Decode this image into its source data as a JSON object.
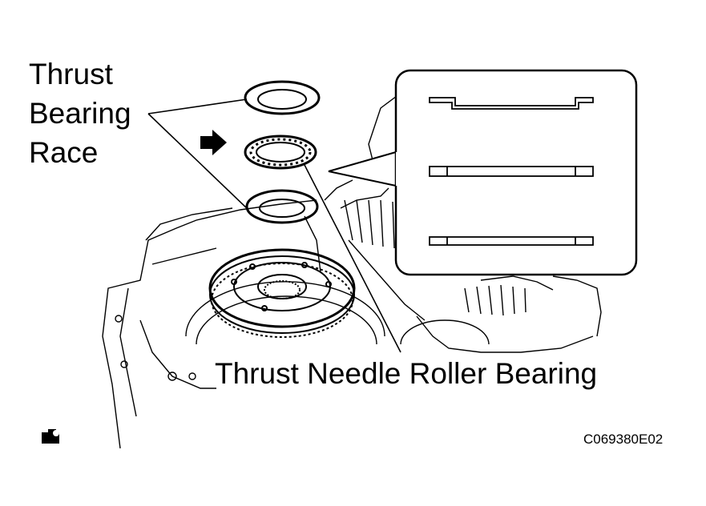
{
  "labels": {
    "race_line1": "Thrust",
    "race_line2": "Bearing",
    "race_line3": "Race",
    "needle_bearing": "Thrust Needle Roller Bearing",
    "figure_code": "C069380E02"
  },
  "icons": {
    "direction_arrow": "right-arrow-icon",
    "corner_symbol": "manual-symbol-icon"
  },
  "colors": {
    "line": "#000000",
    "background": "#ffffff"
  }
}
